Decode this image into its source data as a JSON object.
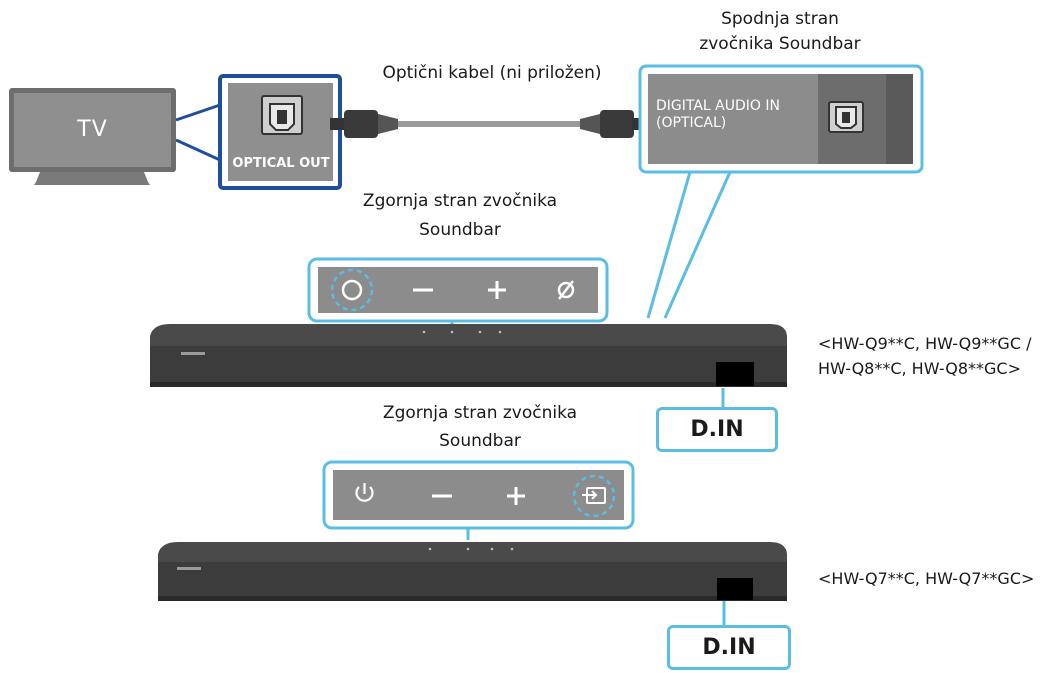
{
  "tv": {
    "label": "TV"
  },
  "tv_port": {
    "label": "OPTICAL OUT"
  },
  "cable": {
    "label": "Optični kabel (ni priložen)"
  },
  "soundbar_bottom": {
    "title_line1": "Spodnja stran",
    "title_line2": "zvočnika Soundbar",
    "port_label_line1": "DIGITAL AUDIO IN",
    "port_label_line2": "(OPTICAL)"
  },
  "soundbar_top_1": {
    "title_line1": "Zgornja stran zvočnika",
    "title_line2": "Soundbar",
    "buttons": [
      "power",
      "volume-down",
      "volume-up",
      "mic-off"
    ],
    "model_line1": "<HW-Q9**C, HW-Q9**GC /",
    "model_line2": "HW-Q8**C, HW-Q8**GC>",
    "input_label": "D.IN"
  },
  "soundbar_top_2": {
    "title_line1": "Zgornja stran zvočnika",
    "title_line2": "Soundbar",
    "buttons": [
      "power",
      "volume-down",
      "volume-up",
      "source"
    ],
    "model_line1": "<HW-Q7**C, HW-Q7**GC>",
    "input_label": "D.IN"
  },
  "colors": {
    "accent_blue": "#5bbde4",
    "tv_port_blue": "#1f4e9c",
    "panel_gray": "#8c8c8c",
    "soundbar_dark": "#4a4a4a"
  }
}
